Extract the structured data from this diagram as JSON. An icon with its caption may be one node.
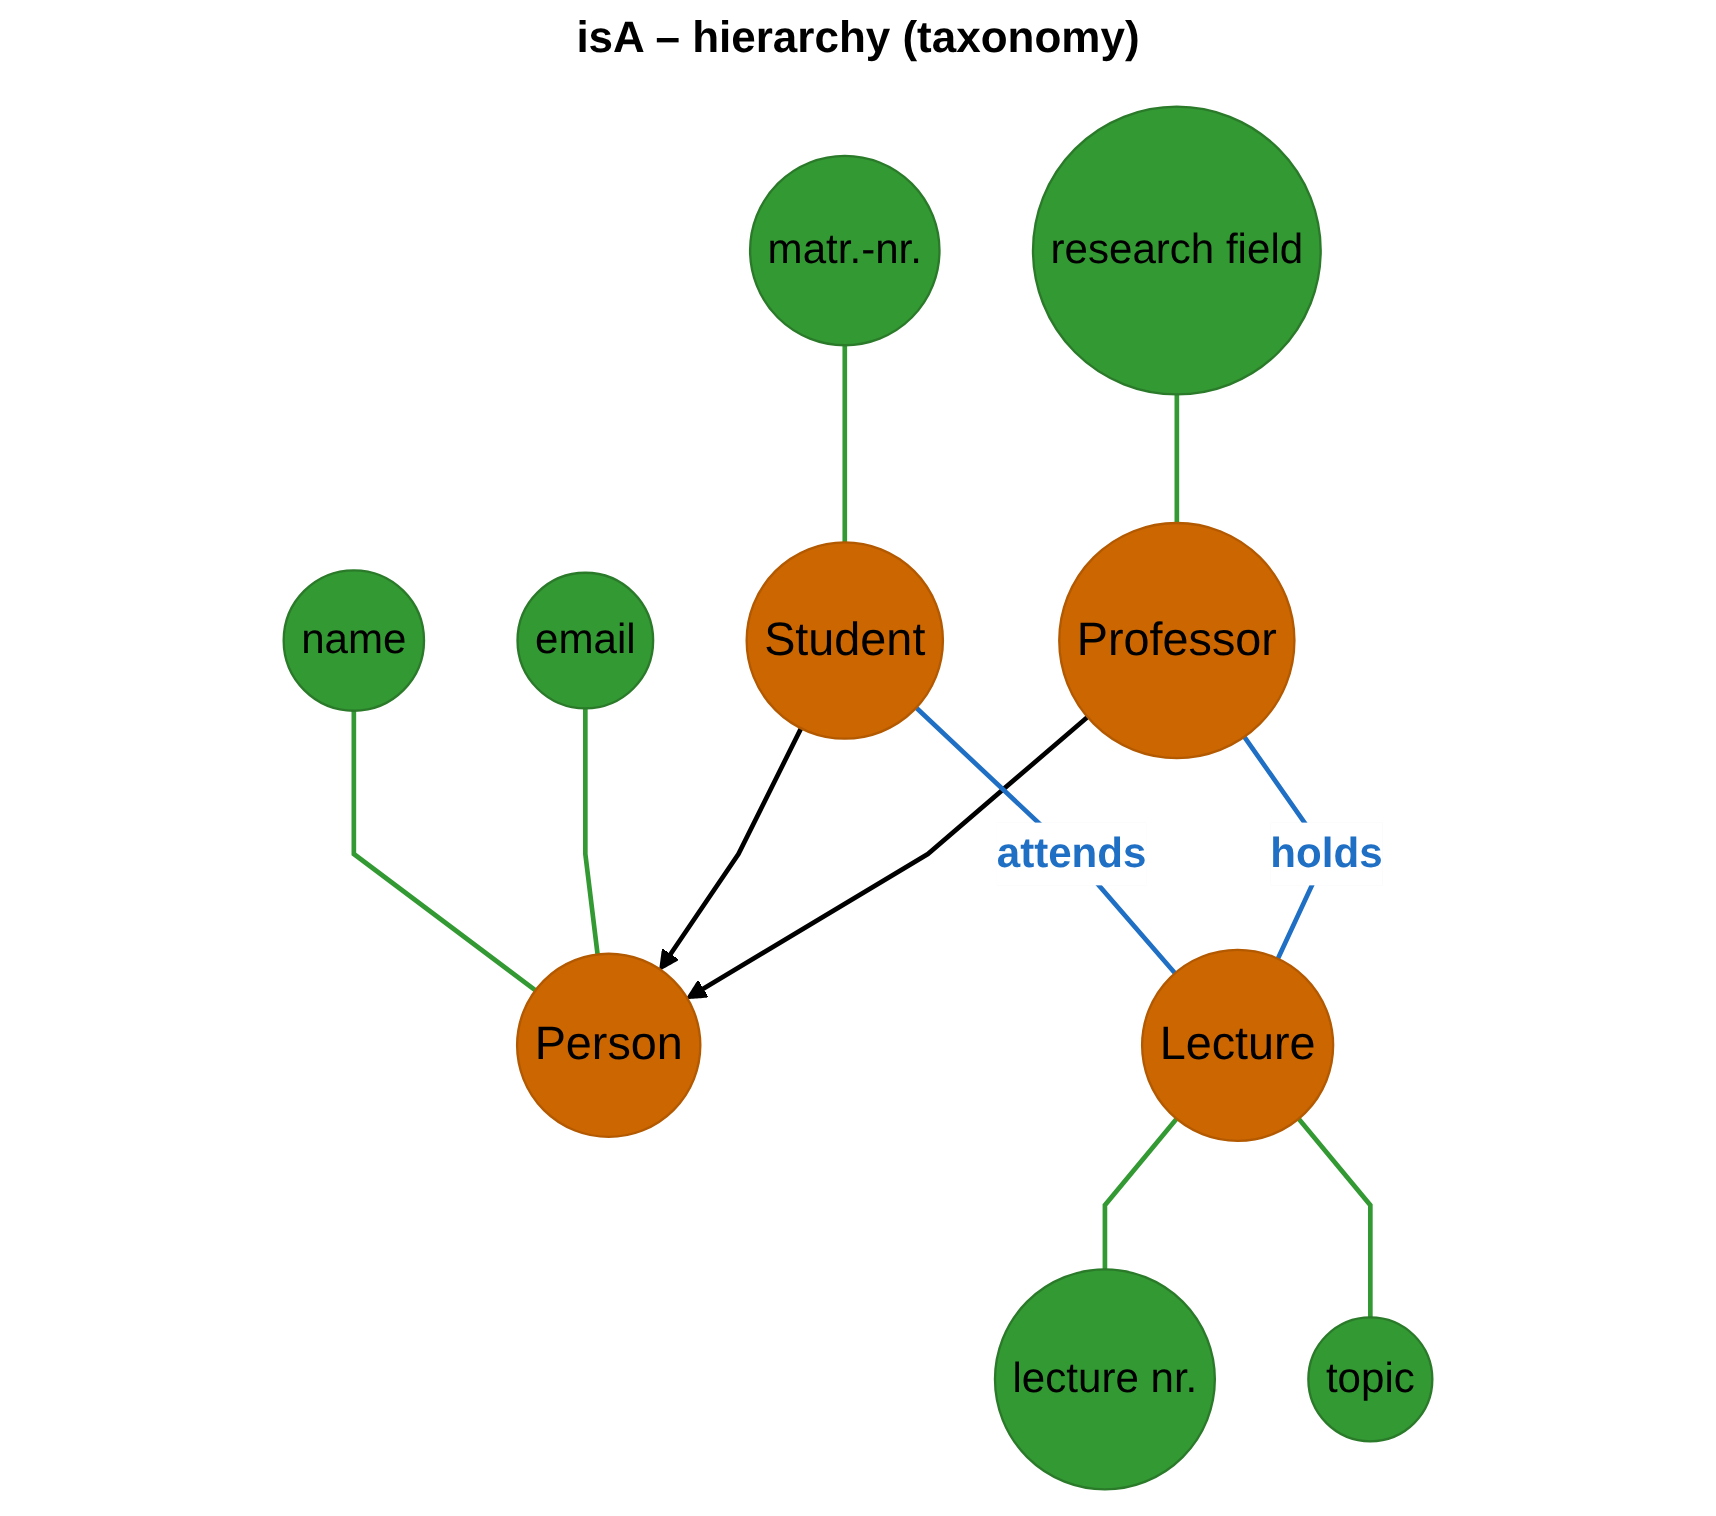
{
  "diagram": {
    "nodes": [
      {
        "text": [
          "name"
        ]
      },
      {
        "text": [
          "email"
        ]
      },
      {
        "text": [
          "Person"
        ]
      },
      {
        "text": [
          "matr.-nr."
        ]
      },
      {
        "text": [
          "research field"
        ]
      },
      {
        "text": [
          "Student"
        ]
      },
      {
        "text": [
          "Professor"
        ]
      },
      {
        "text": [
          "Lecture"
        ]
      },
      {
        "text": [
          "lecture nr."
        ]
      },
      {
        "text": [
          "topic"
        ]
      }
    ],
    "edges": [
      {
        "from": 0,
        "to": 2,
        "arrow": "none"
      },
      {
        "from": 1,
        "to": 2,
        "arrow": "none"
      },
      {
        "from": 3,
        "to": 5,
        "arrow": "none"
      },
      {
        "from": 4,
        "to": 6,
        "arrow": "none"
      },
      {
        "from": 5,
        "to": 2,
        "arrow": "to",
        "color": "#000000"
      },
      {
        "from": 6,
        "to": 2,
        "arrow": "to",
        "color": "#000000"
      },
      {
        "from": 5,
        "to": 7,
        "arrow": "none",
        "label": "attends",
        "color": "#1f6fc5"
      },
      {
        "from": 6,
        "to": 7,
        "arrow": "none",
        "label": "holds",
        "color": "#1f6fc5"
      },
      {
        "from": 7,
        "to": 8,
        "arrow": "none"
      },
      {
        "from": 7,
        "to": 9,
        "arrow": "none"
      }
    ],
    "labels": [
      "isA – hierarchy (taxonomy)"
    ]
  }
}
